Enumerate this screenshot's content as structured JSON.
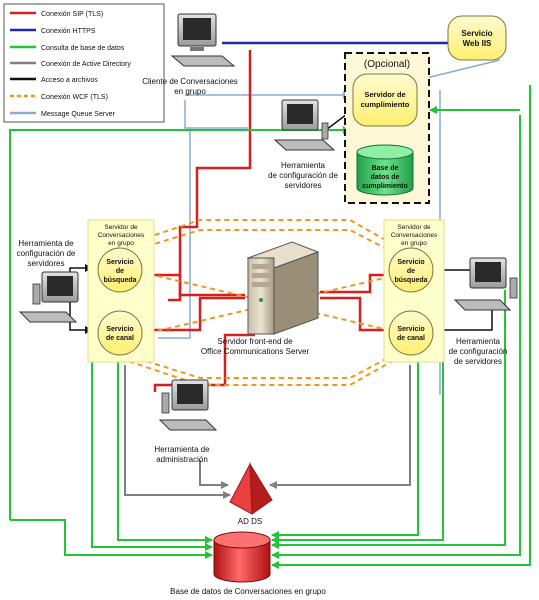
{
  "legend": {
    "items": [
      {
        "label": "Conexión SIP (TLS)",
        "color": "#d62020",
        "style": "solid"
      },
      {
        "label": "Conexión HTTPS",
        "color": "#1c2aa8",
        "style": "solid"
      },
      {
        "label": "Consulta de base de datos",
        "color": "#22c53a",
        "style": "solid"
      },
      {
        "label": "Conexión de Active Directory",
        "color": "#808080",
        "style": "solid"
      },
      {
        "label": "Acceso a archivos",
        "color": "#111111",
        "style": "solid"
      },
      {
        "label": "Conexión WCF (TLS)",
        "color": "#f0961e",
        "style": "dashed"
      },
      {
        "label": "Message Queue Server",
        "color": "#8aaad6",
        "style": "solid"
      }
    ]
  },
  "nodes": {
    "client_title_1": "Cliente de Conversaciones",
    "client_title_2": "en grupo",
    "iis_1": "Servicio",
    "iis_2": "Web IIS",
    "optional_label": "(Opcional)",
    "compliance_server_1": "Servidor de",
    "compliance_server_2": "cumplimiento",
    "compliance_db_1": "Base de",
    "compliance_db_2": "datos de",
    "compliance_db_3": "cumplimiento",
    "tool_top_1": "Herramienta",
    "tool_top_2": "de configuración de",
    "tool_top_3": "servidores",
    "tool_left_1": "Herramienta de",
    "tool_left_2": "configuración de",
    "tool_left_3": "servidores",
    "tool_right_1": "Herramienta",
    "tool_right_2": "de configuración",
    "tool_right_3": "de servidores",
    "gc_server_left_1": "Servidor de",
    "gc_server_left_2": "Conversaciones",
    "gc_server_left_3": "en grupo",
    "gc_server_right_1": "Servidor de",
    "gc_server_right_2": "Conversaciones",
    "gc_server_right_3": "en grupo",
    "lookup_1": "Servicio",
    "lookup_2": "de",
    "lookup_3": "búsqueda",
    "channel_1": "Servicio",
    "channel_2": "de canal",
    "frontend_1": "Servidor front-end de",
    "frontend_2": "Office Communications Server",
    "admin_1": "Herramienta de",
    "admin_2": "administración",
    "adds": "AD DS",
    "gc_db": "Base de datos de Conversaciones en grupo"
  }
}
